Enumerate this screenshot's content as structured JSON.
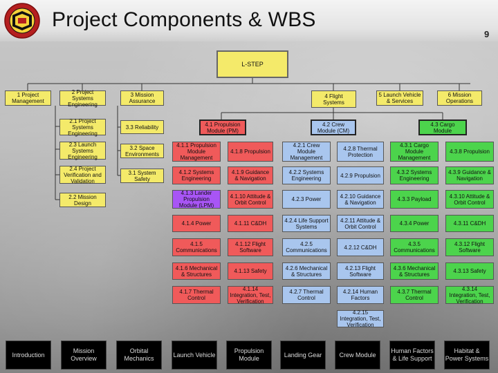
{
  "title": "Project Components & WBS",
  "page_number": "9",
  "logo_icon": "university-seal-icon",
  "colors": {
    "yellow": "#f4ea6a",
    "red": "#f05a5a",
    "green": "#4cd44c",
    "purple": "#a855f5",
    "blue": "#a9c6ee"
  },
  "wbs": {
    "root": "L-STEP",
    "level1": {
      "pm": "1 Project Management",
      "se": "2 Project Systems Engineering",
      "ma": "3 Mission Assurance",
      "fs": "4 Flight Systems",
      "lv": "5 Launch Vehicle & Services",
      "mo": "6 Mission Operations"
    },
    "se_children": {
      "c1": "2.1 Project Systems Engineering",
      "c3": "2.3 Launch Systems Engineering",
      "c4": "2.4 Project Verification and Validation",
      "c2": "2.2 Mission Design"
    },
    "ma_children": {
      "c3": "3.3 Reliability",
      "c2": "3.2 Space Environments",
      "c1": "3.1 System Safety"
    },
    "propulsion": {
      "header": "4.1 Propulsion Module (PM)",
      "a1": "4.1.1 Propulsion Module Management",
      "a2": "4.1.2 Systems Engineering",
      "a3": "4.1.3 Lander Propulsion Module (LPM)",
      "a4": "4.1.4 Power",
      "a5": "4.1.5 Communications",
      "a6": "4.1.6 Mechanical & Structures",
      "a7": "4.1.7 Thermal Control",
      "b1": "4.1.8 Propulsion",
      "b2": "4.1.9 Guidance & Navigation",
      "b3": "4.1.10 Attitude & Orbit Control",
      "b4": "4.1.11 C&DH",
      "b5": "4.1.12 Flight Software",
      "b6": "4.1.13 Safety",
      "b7": "4.1.14 Integration, Test, Verification"
    },
    "crew": {
      "header": "4.2 Crew Module (CM)",
      "a1": "4.2.1 Crew Module Management",
      "a2": "4.2.2 Systems Engineering",
      "a3": "4.2.3 Power",
      "a4": "4.2.4 Life Support Systems",
      "a5": "4.2.5 Communications",
      "a6": "4.2.6 Mechanical & Structures",
      "a7": "4.2.7 Thermal Control",
      "b1": "4.2.8 Thermal Protection",
      "b2": "4.2.9 Propulsion",
      "b3": "4.2.10 Guidance & Navigation",
      "b4": "4.2.11 Attitude & Orbit Control",
      "b5": "4.2.12 C&DH",
      "b6": "4.2.13 Flight Software",
      "b7": "4.2.14 Human Factors",
      "b8": "4.2.15 Integration, Test, Verification"
    },
    "cargo": {
      "header": "4.3 Cargo Module",
      "a1": "4.3.1 Cargo Module Management",
      "a2": "4.3.2 Systems Engineering",
      "a3": "4.3.3 Payload",
      "a4": "4.3.4 Power",
      "a5": "4.3.5 Communications",
      "a6": "4.3.6 Mechanical & Structures",
      "a7": "4.3.7 Thermal Control",
      "b1": "4.3.8 Propulsion",
      "b2": "4.3.9 Guidance & Navigation",
      "b3": "4.3.10 Attitude & Orbit Control",
      "b4": "4.3.11 C&DH",
      "b5": "4.3.12 Flight Software",
      "b6": "4.3.13 Safety",
      "b7": "4.3.14 Integration, Test, Verification"
    }
  },
  "nav": {
    "introduction": "Introduction",
    "mission_overview": "Mission Overview",
    "orbital_mechanics": "Orbital Mechanics",
    "launch_vehicle": "Launch Vehicle",
    "propulsion_module": "Propulsion Module",
    "landing_gear": "Landing Gear",
    "crew_module": "Crew Module",
    "human_factors": "Human Factors & Life Support",
    "habitat_power": "Habitat & Power Systems"
  }
}
